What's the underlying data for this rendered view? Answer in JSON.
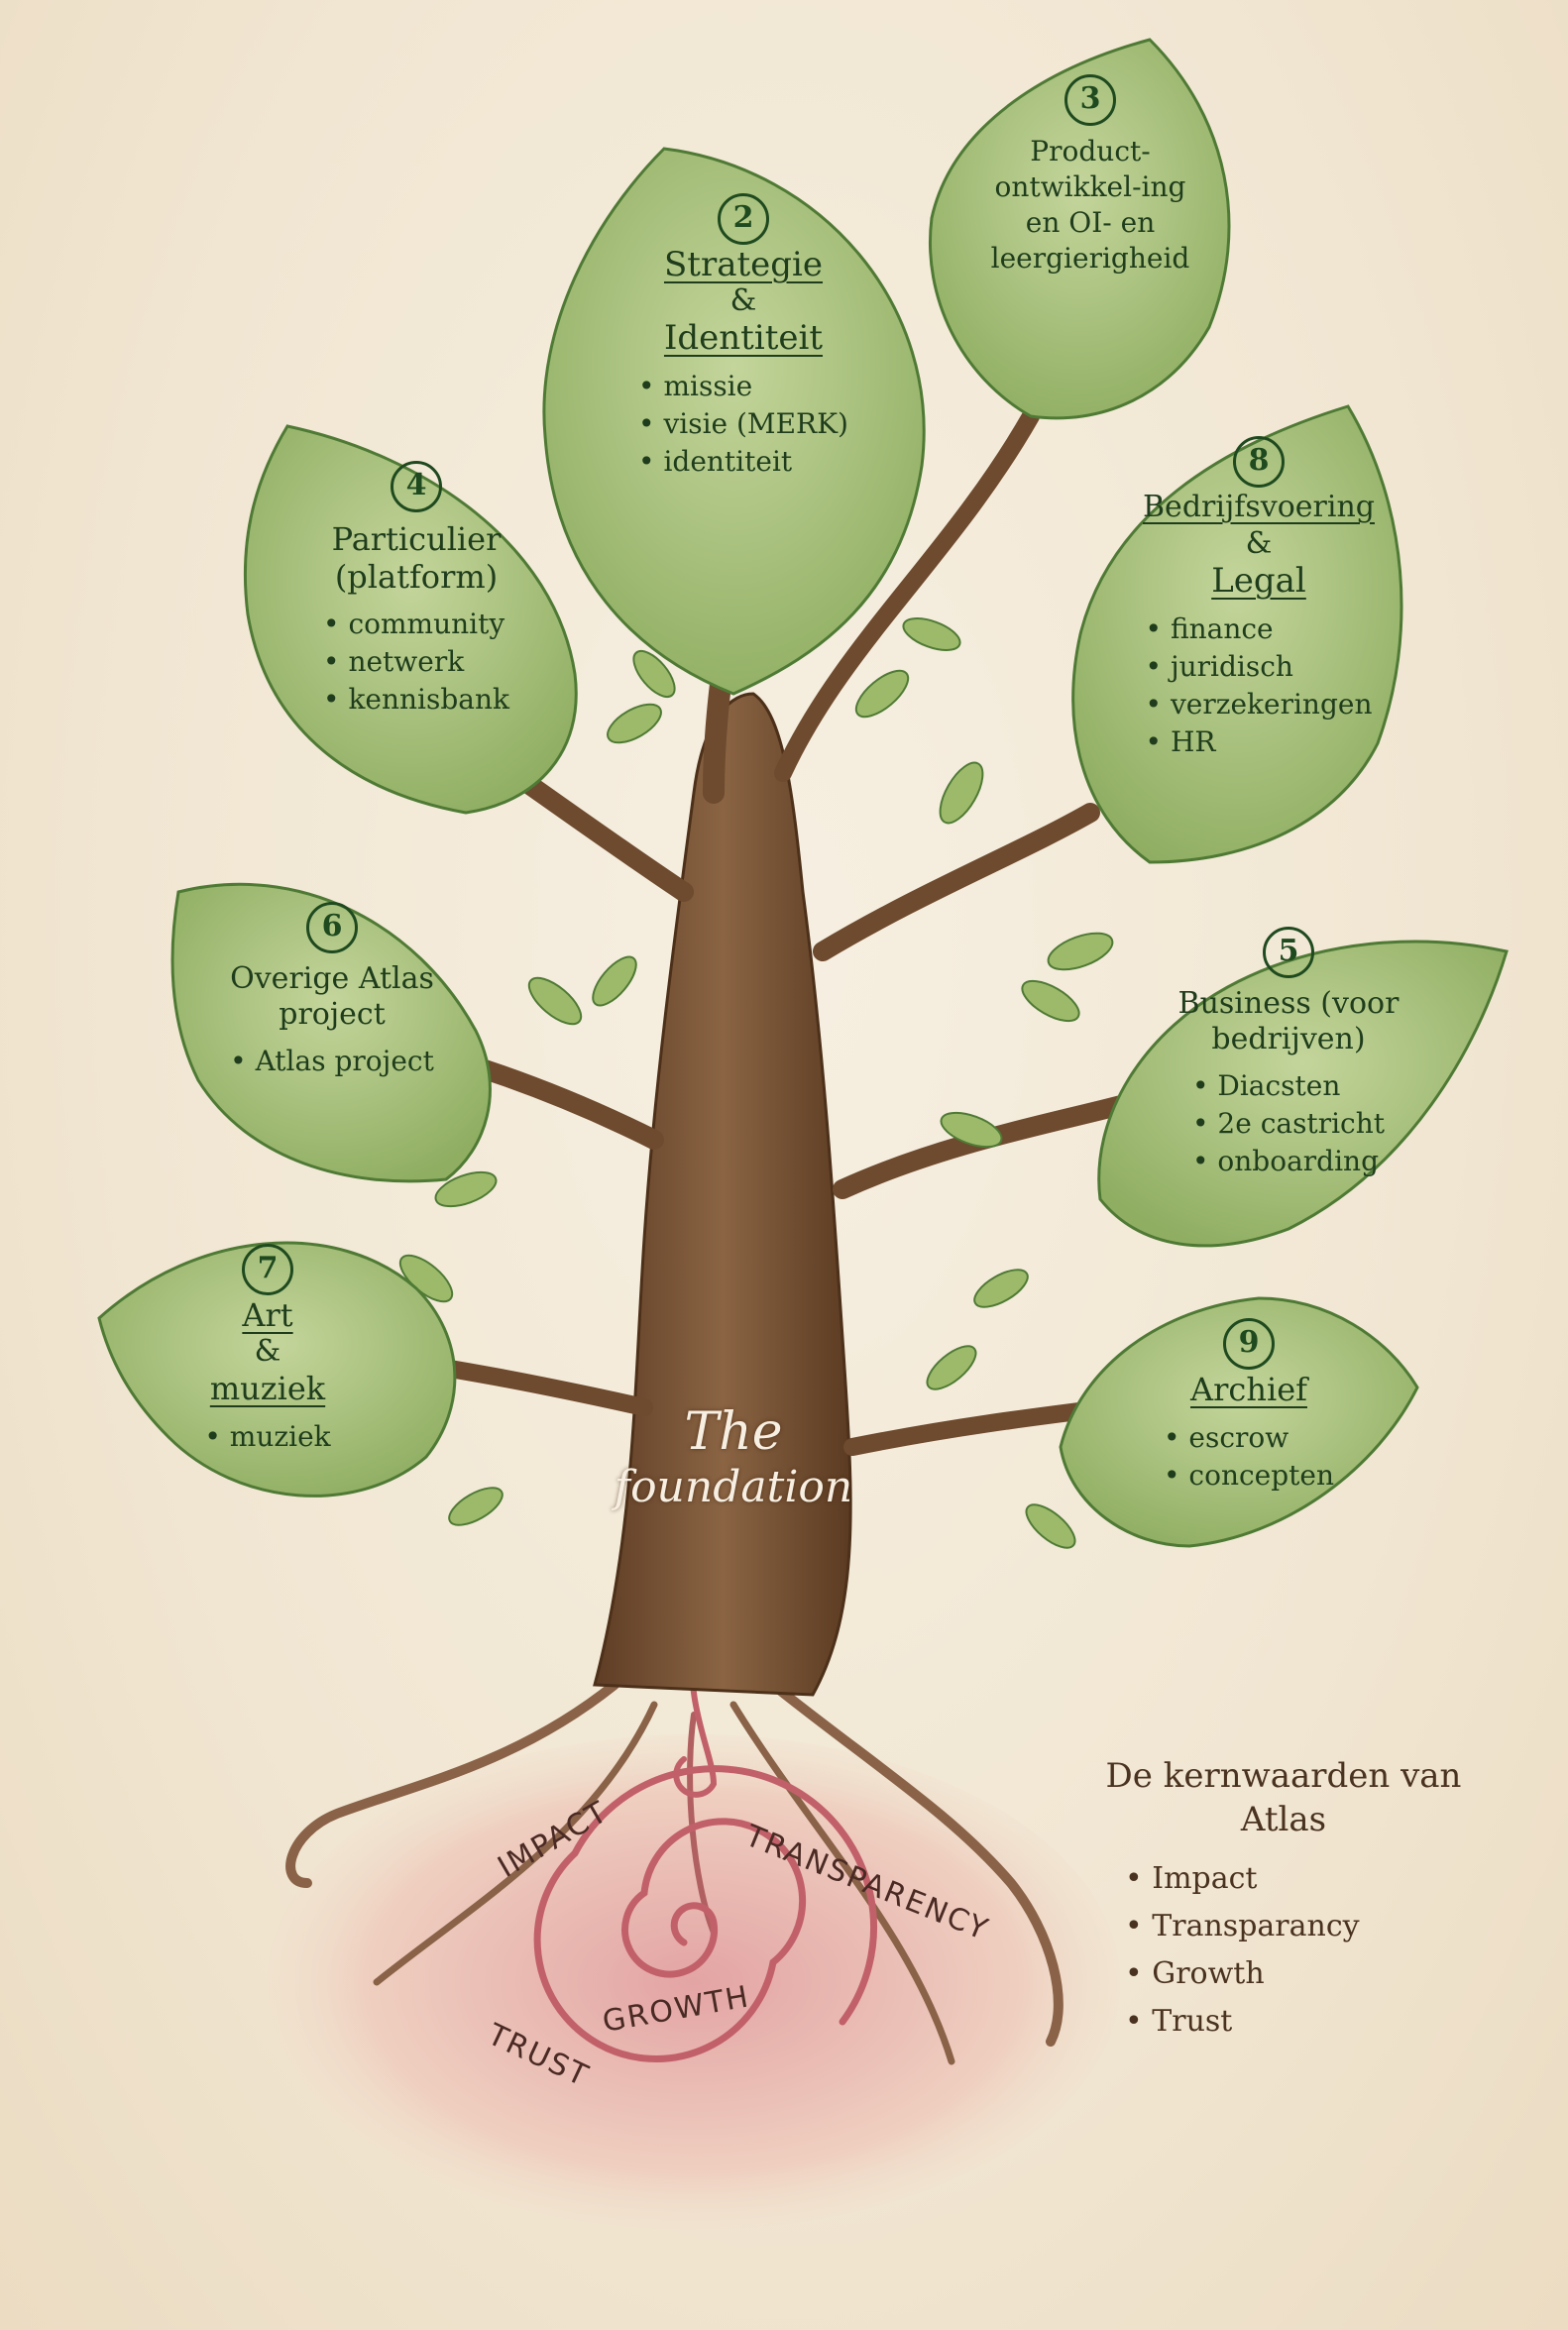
{
  "leaves": [
    {
      "id": "2",
      "title": "Strategie",
      "amp": "&",
      "title2": "Identiteit",
      "items": [
        "missie",
        "visie (MERK)",
        "identiteit"
      ]
    },
    {
      "id": "3",
      "title": "Product-ontwikkel-ing en OI- en leergierigheid",
      "items": []
    },
    {
      "id": "4",
      "title": "Particulier (platform)",
      "items": [
        "community",
        "netwerk",
        "kennisbank"
      ]
    },
    {
      "id": "8",
      "title": "Bedrijfsvoering",
      "amp": "&",
      "title2": "Legal",
      "items": [
        "finance",
        "juridisch",
        "verzekeringen",
        "HR"
      ]
    },
    {
      "id": "6",
      "title": "Overige Atlas project",
      "items": [
        "Atlas project"
      ]
    },
    {
      "id": "5",
      "title": "Business (voor bedrijven)",
      "items": [
        "Diacsten",
        "2e castricht",
        "onboarding"
      ]
    },
    {
      "id": "7",
      "title": "Art",
      "amp": "&",
      "title2": "muziek",
      "items": [
        "muziek"
      ]
    },
    {
      "id": "9",
      "title": "Archief",
      "items": [
        "escrow",
        "concepten"
      ]
    }
  ],
  "trunk_label": {
    "line1": "The",
    "line2": "foundation"
  },
  "roots": {
    "words": [
      "IMPACT",
      "TRANSPARENCY",
      "GROWTH",
      "TRUST"
    ]
  },
  "core_values": {
    "heading": "De kernwaarden van Atlas",
    "items": [
      "Impact",
      "Transparancy",
      "Growth",
      "Trust"
    ]
  },
  "colors": {
    "leaf": "#a9c17e",
    "leaf_edge": "#4f7a35",
    "trunk": "#7a5436",
    "spiral": "#c96a70",
    "ink": "#1f3d1c"
  }
}
